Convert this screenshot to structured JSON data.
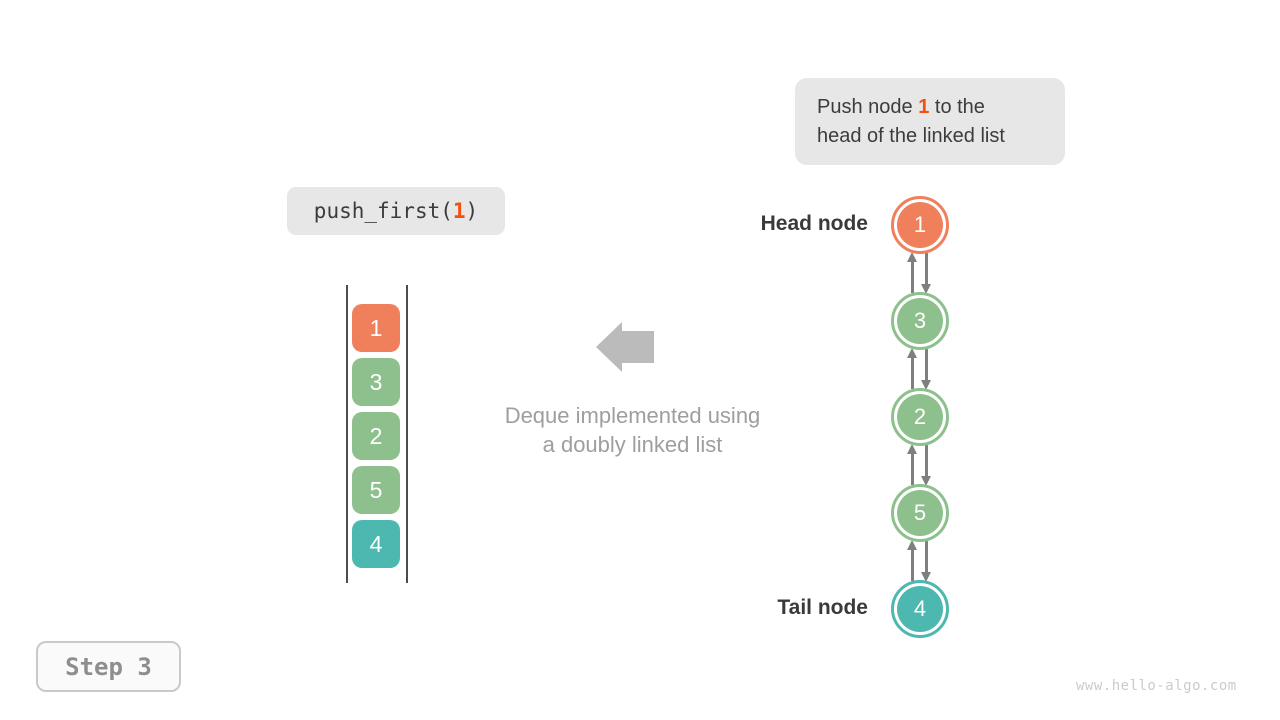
{
  "annotation_box": {
    "line1_prefix": "Push node ",
    "line1_highlight": "1",
    "line1_suffix": " to the",
    "line2": "head of the linked list"
  },
  "operation_box": {
    "code_prefix": "push_first(",
    "code_arg": "1",
    "code_suffix": ")"
  },
  "deque": {
    "items": [
      {
        "value": "1",
        "color": "#F0805C"
      },
      {
        "value": "3",
        "color": "#8DC08D"
      },
      {
        "value": "2",
        "color": "#8DC08D"
      },
      {
        "value": "5",
        "color": "#8DC08D"
      },
      {
        "value": "4",
        "color": "#4DB8B0"
      }
    ]
  },
  "caption": {
    "line1": "Deque implemented using",
    "line2": "a doubly linked list"
  },
  "linked_list": {
    "head_label": "Head node",
    "tail_label": "Tail node",
    "nodes": [
      {
        "value": "1",
        "color": "#F0805C"
      },
      {
        "value": "3",
        "color": "#8DC08D"
      },
      {
        "value": "2",
        "color": "#8DC08D"
      },
      {
        "value": "5",
        "color": "#8DC08D"
      },
      {
        "value": "4",
        "color": "#4DB8B0"
      }
    ]
  },
  "step_box": {
    "label": "Step 3"
  },
  "footer": {
    "watermark": "www.hello-algo.com"
  },
  "colors": {
    "highlight": "#F2500F",
    "box_background": "#E7E7E7",
    "text_dark": "#3C3C3C",
    "caption_gray": "#9E9E9E",
    "link_arrow_gray": "#7F7F7F",
    "big_arrow_gray": "#BBBBBB",
    "orange": "#F0805C",
    "green": "#8DC08D",
    "teal": "#4DB8B0"
  }
}
